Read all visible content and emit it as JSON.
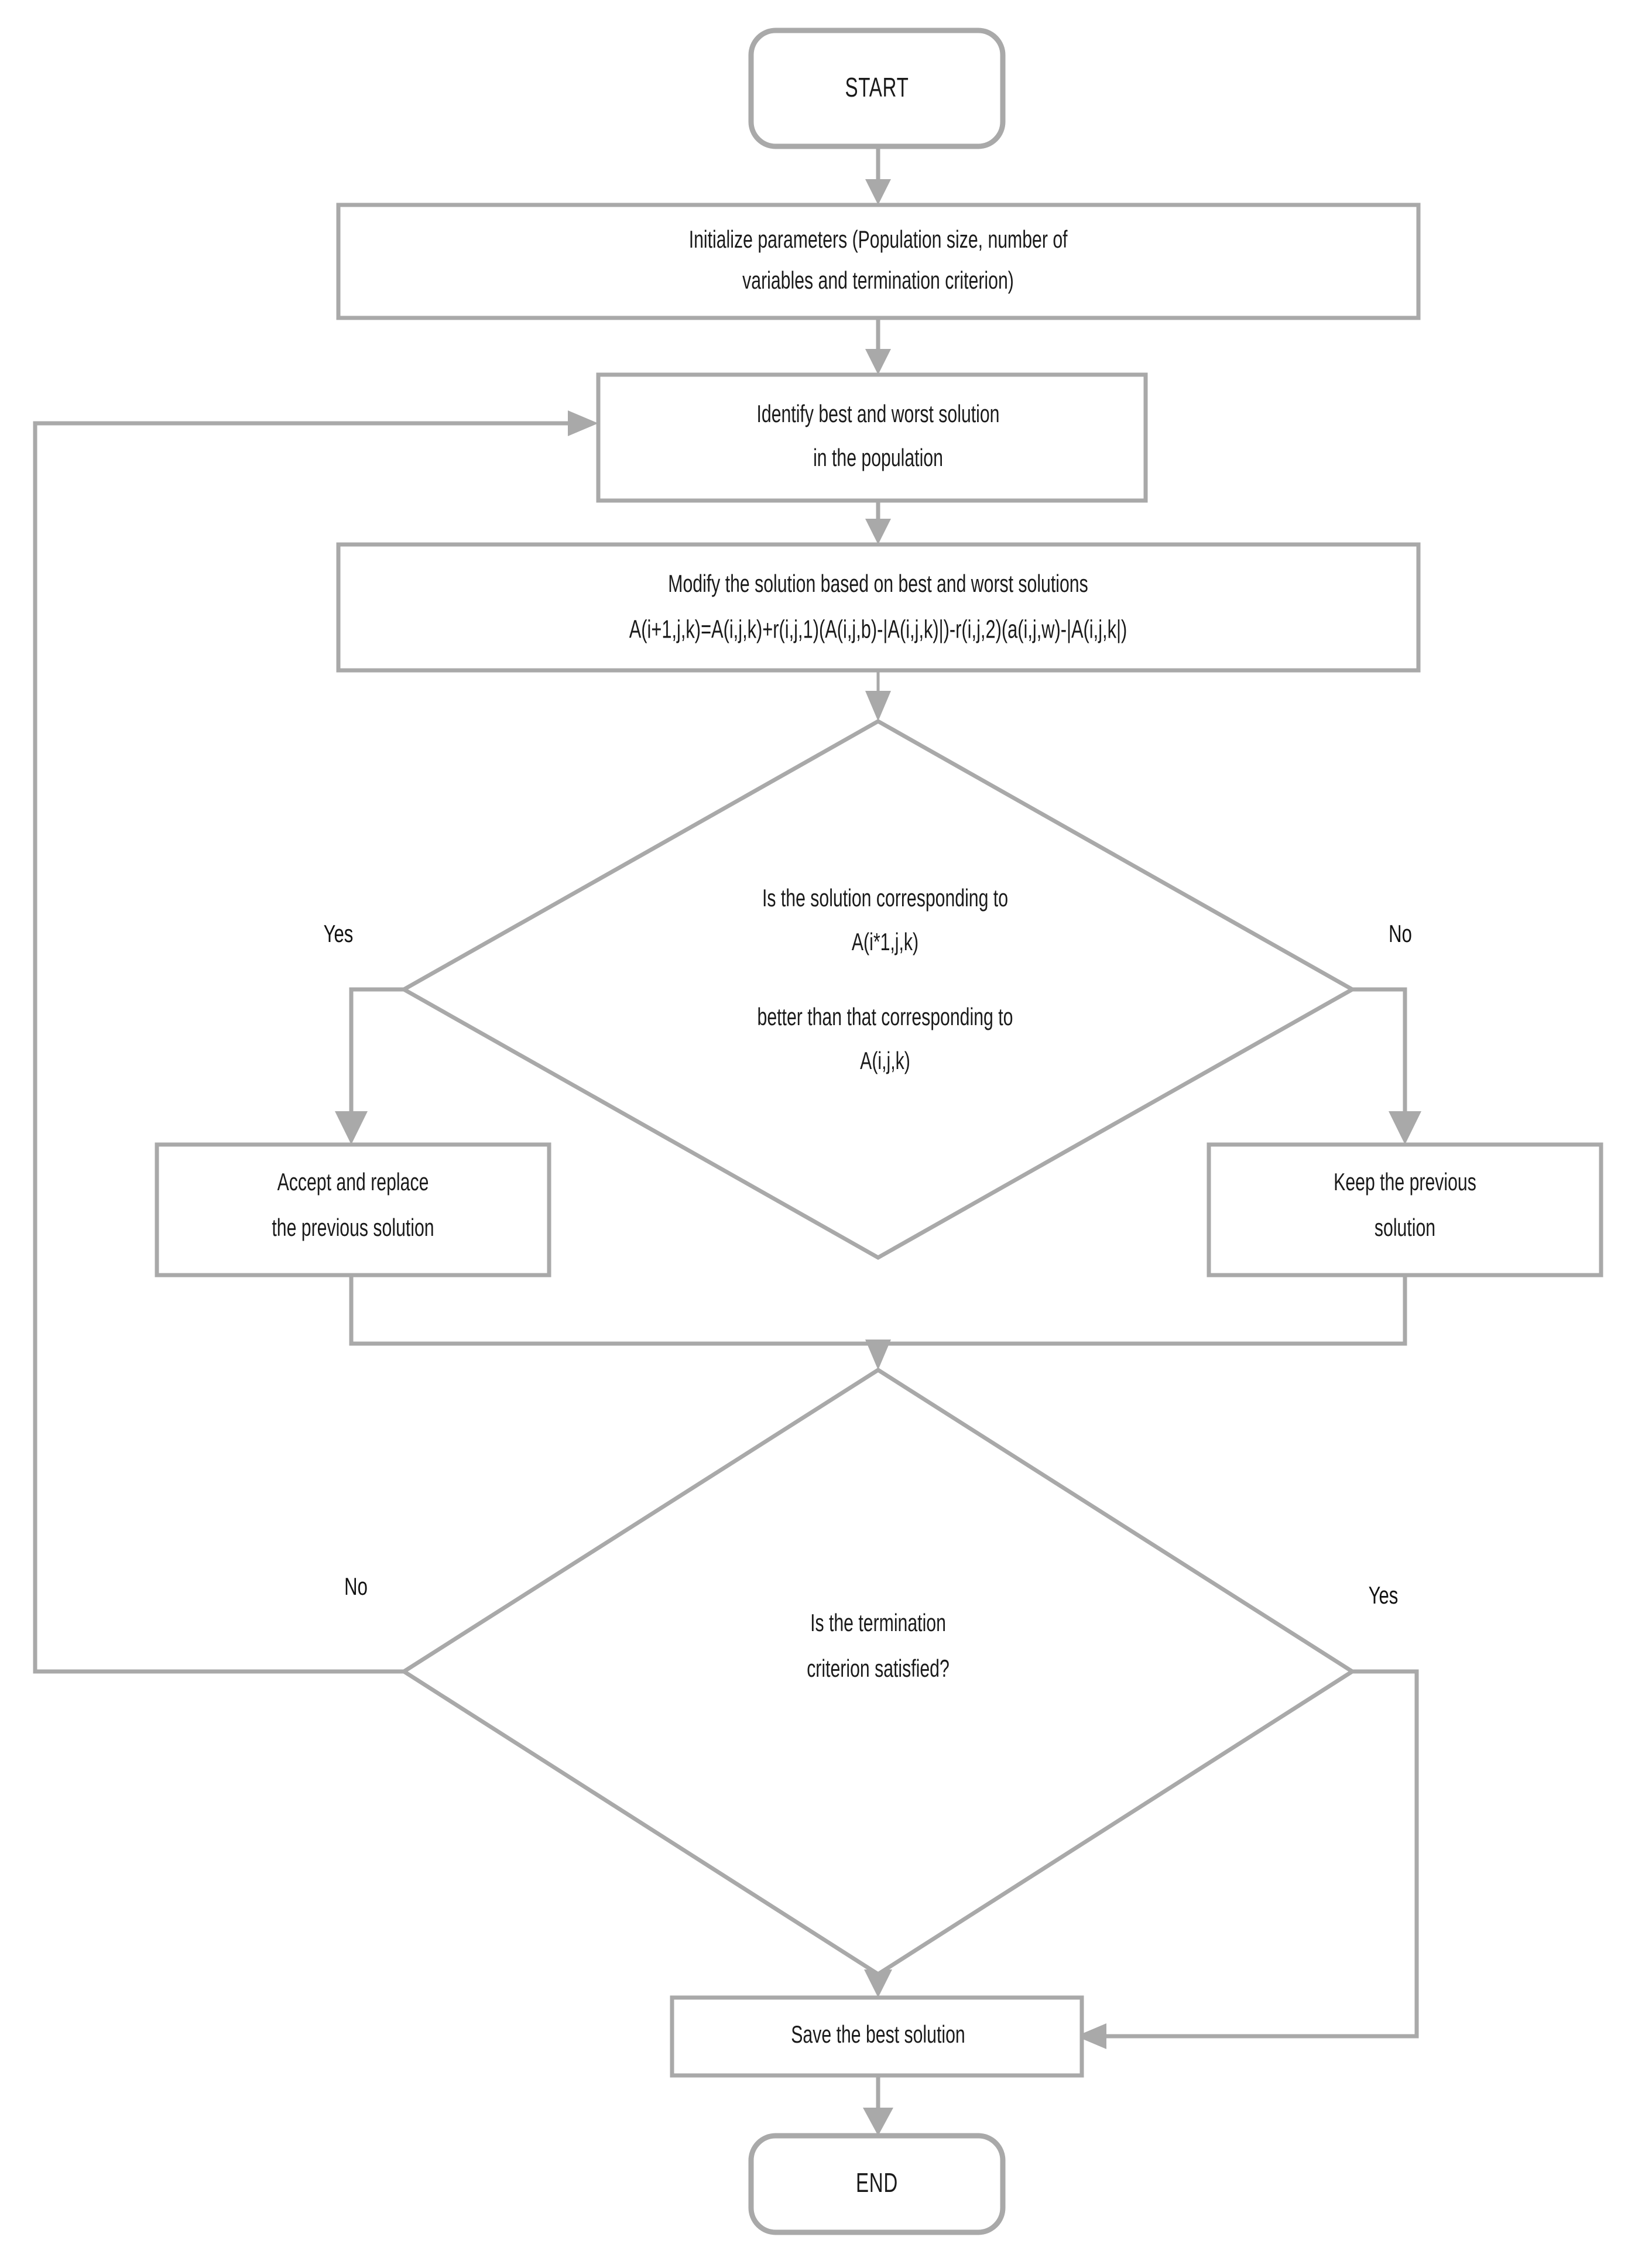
{
  "diagram": {
    "title": "Jaya algorithm flowchart",
    "colors": {
      "stroke": "#a9a9a9",
      "text": "#1a1a1a",
      "background": "#ffffff"
    },
    "nodes": {
      "start": {
        "type": "terminal",
        "label": "START"
      },
      "initialize": {
        "type": "process",
        "line1": "Initialize parameters (Population size, number of",
        "line2": "variables and termination criterion)"
      },
      "identify": {
        "type": "process",
        "line1": "Identify best and worst solution",
        "line2": "in the population"
      },
      "modify": {
        "type": "process",
        "line1": "Modify the solution based on best and worst solutions",
        "line2": "A(i+1,j,k)=A(i,j,k)+r(i,j,1)(A(i,j,b)-|A(i,j,k)|)-r(i,j,2)(a(i,j,w)-|A(i,j,k|)"
      },
      "decision_better": {
        "type": "decision",
        "line1": "Is the solution corresponding to",
        "line2": "A(i*1,j,k)",
        "line3": "better than that corresponding to",
        "line4": "A(i,j,k)"
      },
      "accept": {
        "type": "process",
        "line1": "Accept and replace",
        "line2": "the previous solution"
      },
      "keep": {
        "type": "process",
        "line1": "Keep the previous",
        "line2": "solution"
      },
      "decision_terminate": {
        "type": "decision",
        "line1": "Is the termination",
        "line2": "criterion satisfied?"
      },
      "save": {
        "type": "process",
        "label": "Save the best solution"
      },
      "end": {
        "type": "terminal",
        "label": "END"
      }
    },
    "edge_labels": {
      "better_yes": "Yes",
      "better_no": "No",
      "terminate_no": "No",
      "terminate_yes": "Yes"
    }
  }
}
